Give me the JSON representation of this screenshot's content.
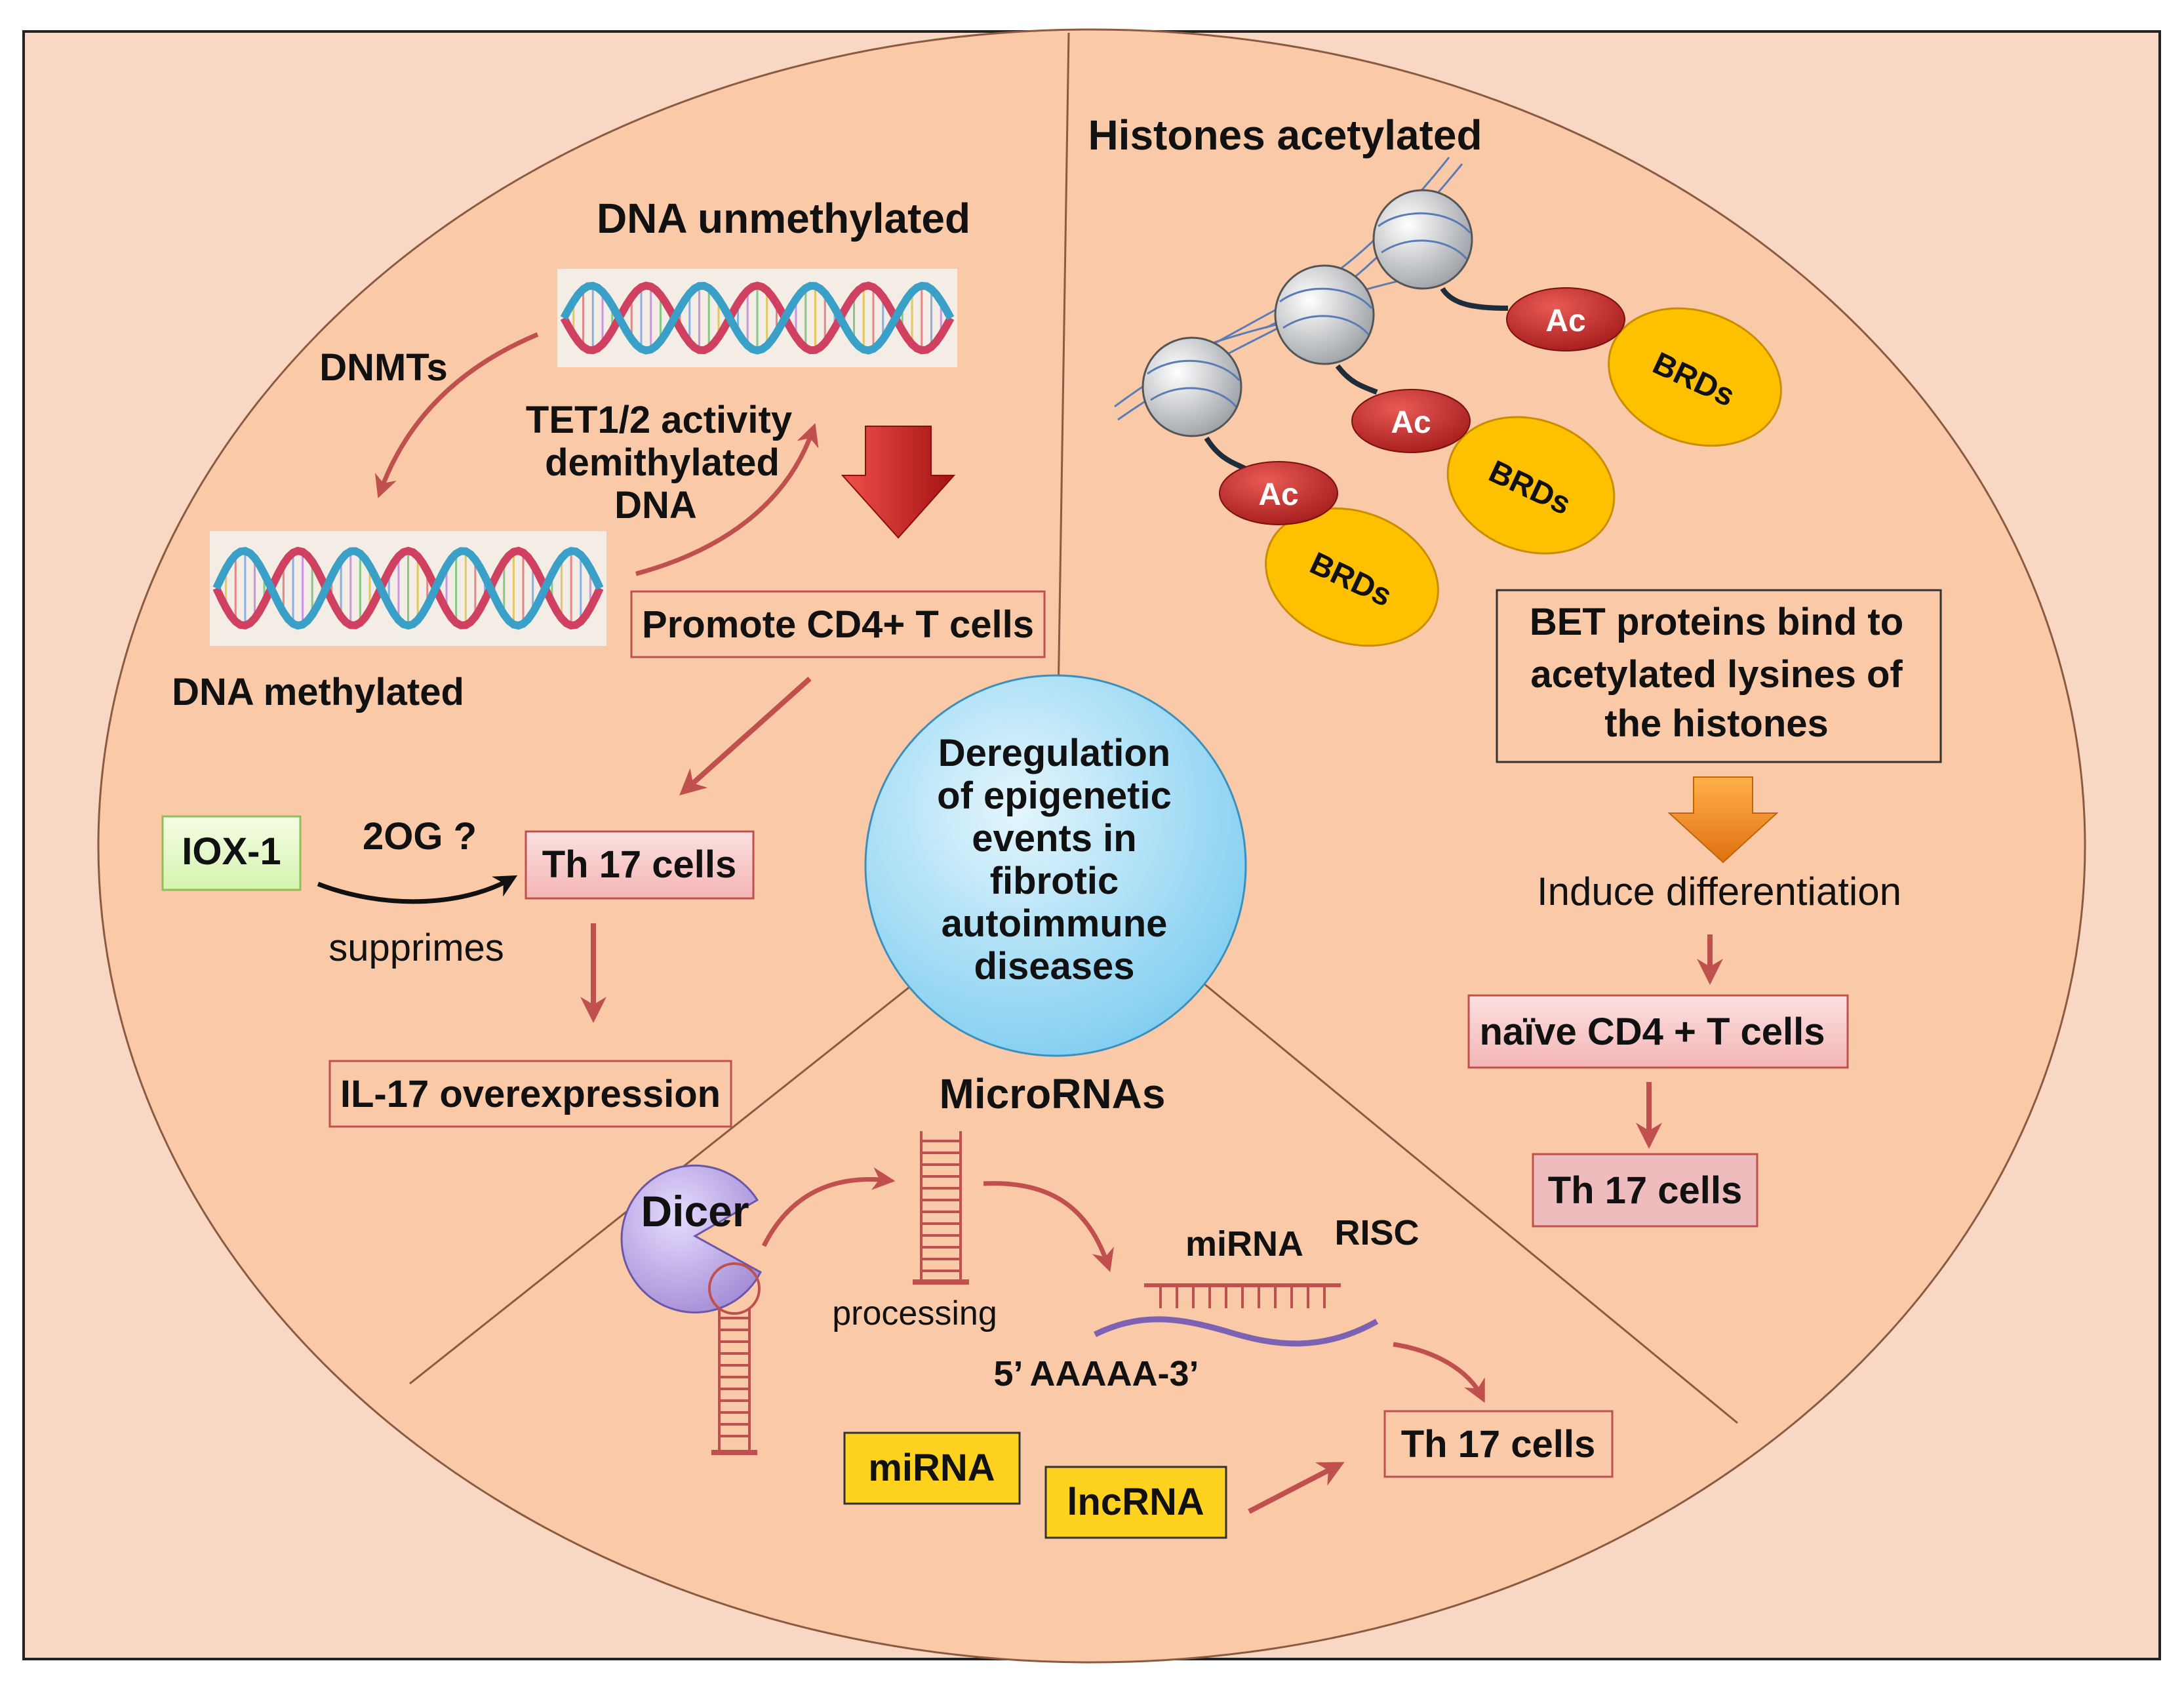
{
  "colors": {
    "background": "#f8d8c4",
    "ellipse_fill": "#f9c9a8",
    "arrow": "#c0504d",
    "pink_box": "#f7c6c6",
    "green_box": "#e6f9c9",
    "yellow_box": "#ffd21f",
    "ac_red": "#c62828",
    "brd_yellow": "#ffc000",
    "center_circle": "#a8ddf5",
    "orange_arrow": "#f0901a"
  },
  "dna_section": {
    "title": "DNA unmethylated",
    "dnmts": "DNMTs",
    "tet_lines": [
      "TET1/2 activity",
      "demithylated",
      "DNA"
    ],
    "methylated": "DNA methylated",
    "promote": "Promote CD4+ T cells",
    "iox": "IOX-1",
    "twoog": "2OG ?",
    "supprimes": "supprimes",
    "th17": "Th 17 cells",
    "il17": "IL-17 overexpression"
  },
  "histone_section": {
    "title": "Histones acetylated",
    "ac_label": "Ac",
    "brd_label": "BRDs",
    "bet_lines": [
      "BET proteins  bind to",
      "acetylated lysines of",
      "the histones"
    ],
    "induce": "Induce differentiation",
    "naive": "naïve CD4 + T cells",
    "th17": "Th 17 cells"
  },
  "center": {
    "lines": [
      "Deregulation",
      "of epigenetic",
      "events in",
      "fibrotic",
      "autoimmune",
      "diseases"
    ]
  },
  "micro_section": {
    "title": "MicroRNAs",
    "dicer": "Dicer",
    "processing": "processing",
    "mirna_label": "miRNA",
    "risc": "RISC",
    "polya": "5’ AAAAA-3’",
    "mirna_box": "miRNA",
    "lncrna_box": "lncRNA",
    "th17": "Th 17 cells"
  }
}
